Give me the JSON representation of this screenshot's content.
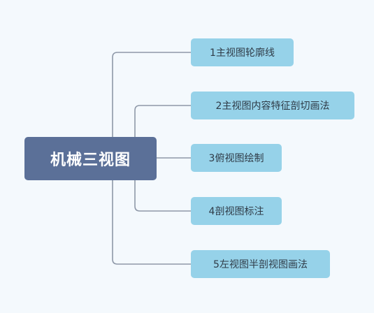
{
  "diagram": {
    "root": {
      "label": "机械三视图"
    },
    "children": [
      {
        "label": "1主视图轮廓线"
      },
      {
        "label": "2主视图内容特征剖切画法"
      },
      {
        "label": "3俯视图绘制"
      },
      {
        "label": "4剖视图标注"
      },
      {
        "label": "5左视图半剖视图画法"
      }
    ],
    "colors": {
      "background": "#f4f9fd",
      "root_fill": "#5b7098",
      "root_text": "#ffffff",
      "child_fill": "#96d2e9",
      "child_text": "#2f3b47",
      "connector": "#8e98a8"
    }
  }
}
